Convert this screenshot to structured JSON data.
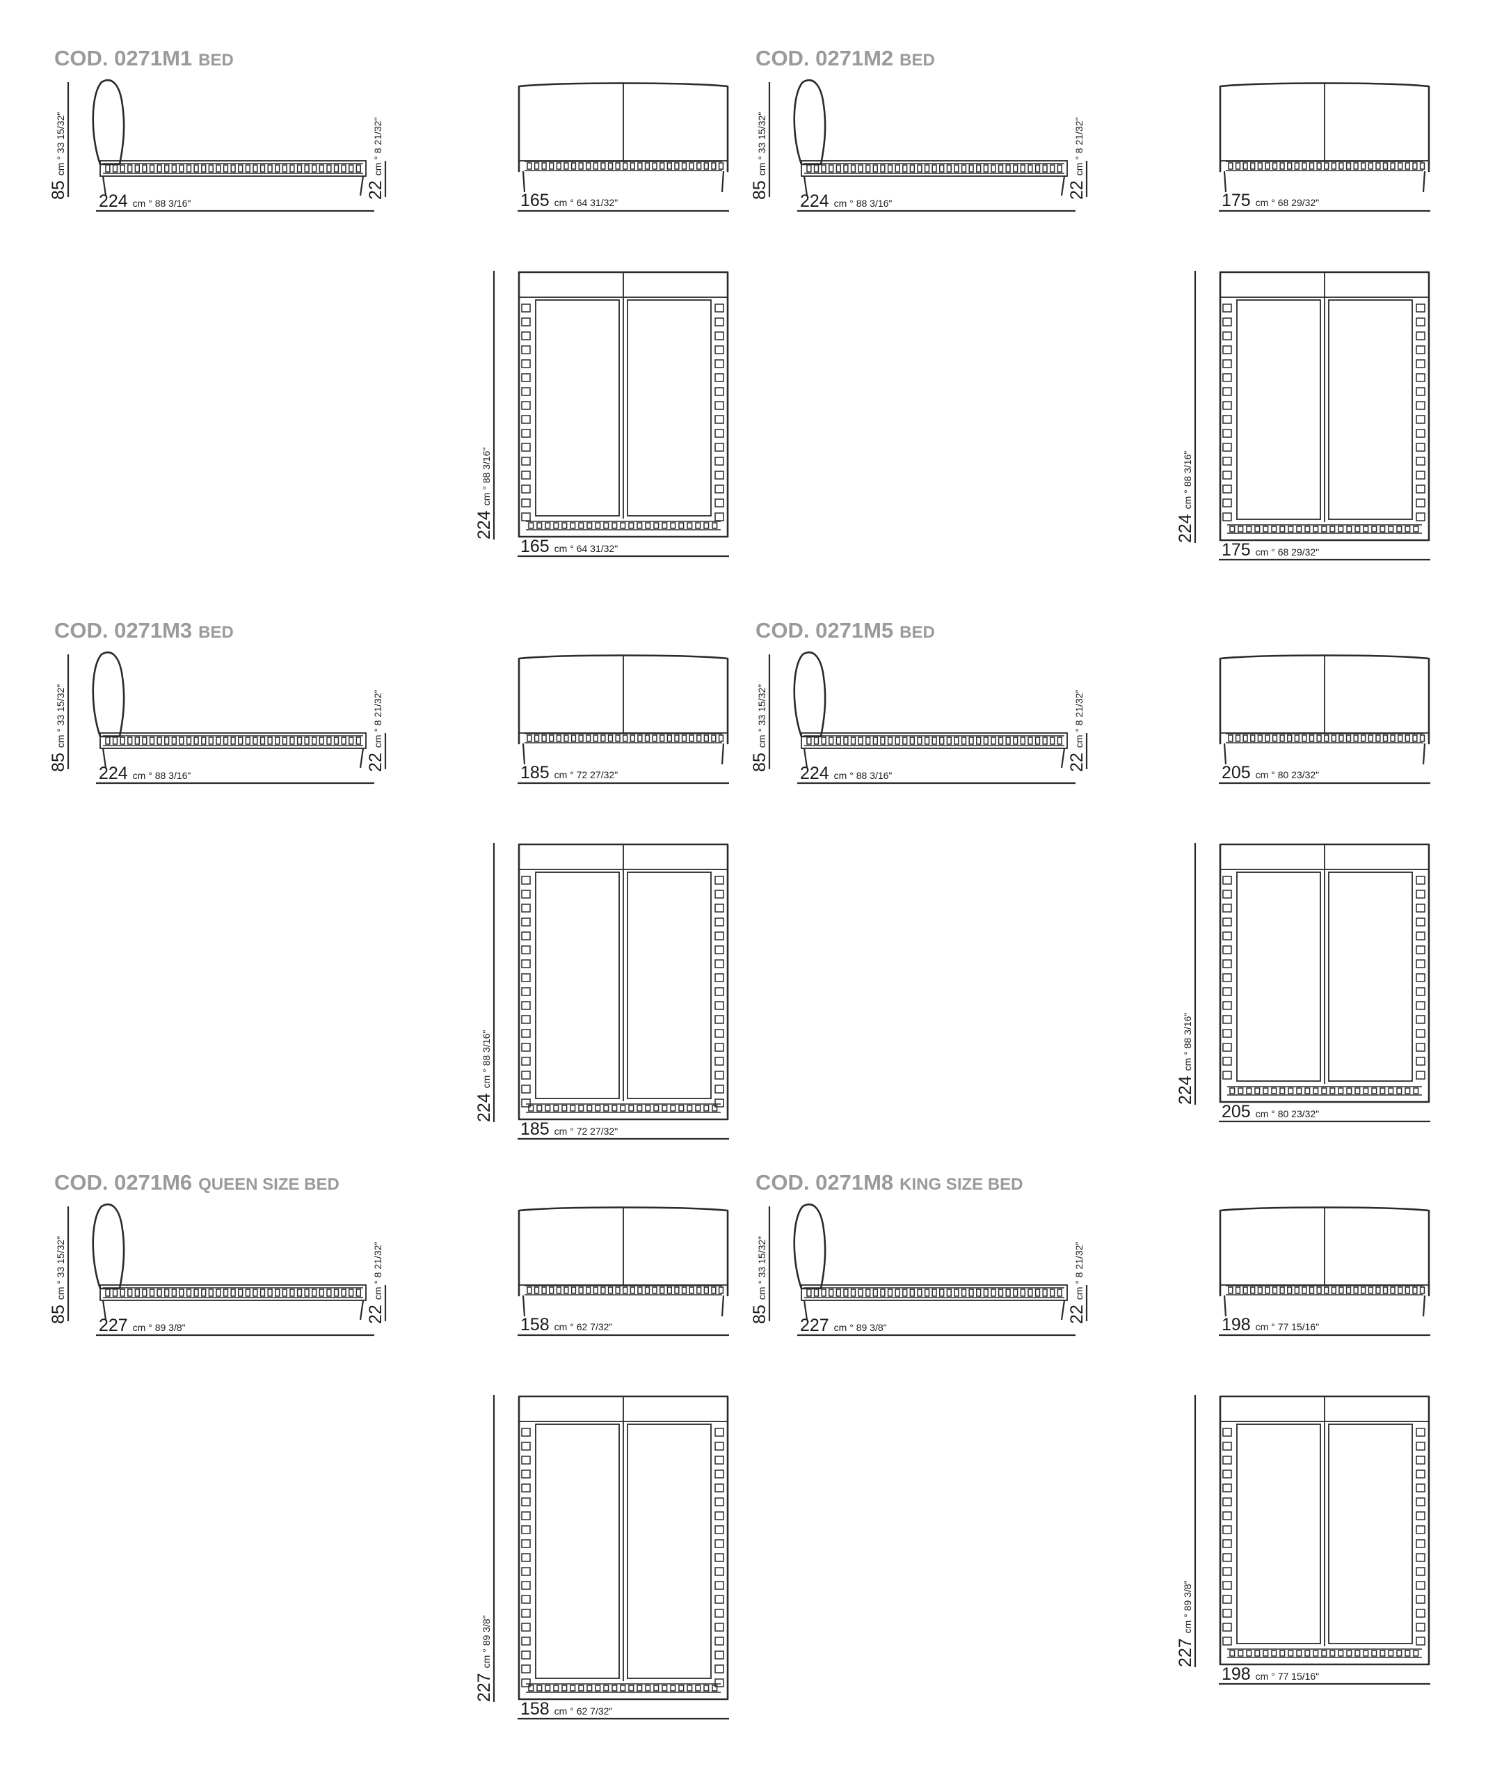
{
  "models": [
    {
      "code": "COD. 0271M1",
      "type": "BED",
      "side": {
        "height": "85",
        "height_in": "33 15/32\"",
        "leg": "22",
        "leg_in": "8 21/32\"",
        "length": "224",
        "length_in": "88 3/16\""
      },
      "front": {
        "width": "165",
        "width_in": "64 31/32\""
      },
      "top": {
        "length": "224",
        "length_in": "88 3/16\"",
        "width": "165",
        "width_in": "64 31/32\""
      }
    },
    {
      "code": "COD. 0271M2",
      "type": "BED",
      "side": {
        "height": "85",
        "height_in": "33 15/32\"",
        "leg": "22",
        "leg_in": "8 21/32\"",
        "length": "224",
        "length_in": "88 3/16\""
      },
      "front": {
        "width": "175",
        "width_in": "68 29/32\""
      },
      "top": {
        "length": "224",
        "length_in": "88 3/16\"",
        "width": "175",
        "width_in": "68 29/32\""
      }
    },
    {
      "code": "COD. 0271M3",
      "type": "BED",
      "side": {
        "height": "85",
        "height_in": "33 15/32\"",
        "leg": "22",
        "leg_in": "8 21/32\"",
        "length": "224",
        "length_in": "88 3/16\""
      },
      "front": {
        "width": "185",
        "width_in": "72 27/32\""
      },
      "top": {
        "length": "224",
        "length_in": "88 3/16\"",
        "width": "185",
        "width_in": "72 27/32\""
      }
    },
    {
      "code": "COD. 0271M5",
      "type": "BED",
      "side": {
        "height": "85",
        "height_in": "33 15/32\"",
        "leg": "22",
        "leg_in": "8 21/32\"",
        "length": "224",
        "length_in": "88 3/16\""
      },
      "front": {
        "width": "205",
        "width_in": "80 23/32\""
      },
      "top": {
        "length": "224",
        "length_in": "88 3/16\"",
        "width": "205",
        "width_in": "80 23/32\""
      }
    },
    {
      "code": "COD. 0271M6",
      "type": "QUEEN SIZE BED",
      "side": {
        "height": "85",
        "height_in": "33 15/32\"",
        "leg": "22",
        "leg_in": "8 21/32\"",
        "length": "227",
        "length_in": "89 3/8\""
      },
      "front": {
        "width": "158",
        "width_in": "62 7/32\""
      },
      "top": {
        "length": "227",
        "length_in": "89 3/8\"",
        "width": "158",
        "width_in": "62 7/32\""
      }
    },
    {
      "code": "COD. 0271M8",
      "type": "KING SIZE BED",
      "side": {
        "height": "85",
        "height_in": "33 15/32\"",
        "leg": "22",
        "leg_in": "8 21/32\"",
        "length": "227",
        "length_in": "89 3/8\""
      },
      "front": {
        "width": "198",
        "width_in": "77 15/16\""
      },
      "top": {
        "length": "227",
        "length_in": "89 3/8\"",
        "width": "198",
        "width_in": "77 15/16\""
      }
    }
  ],
  "labels": {
    "unit_cm": "cm",
    "approx": "°"
  }
}
